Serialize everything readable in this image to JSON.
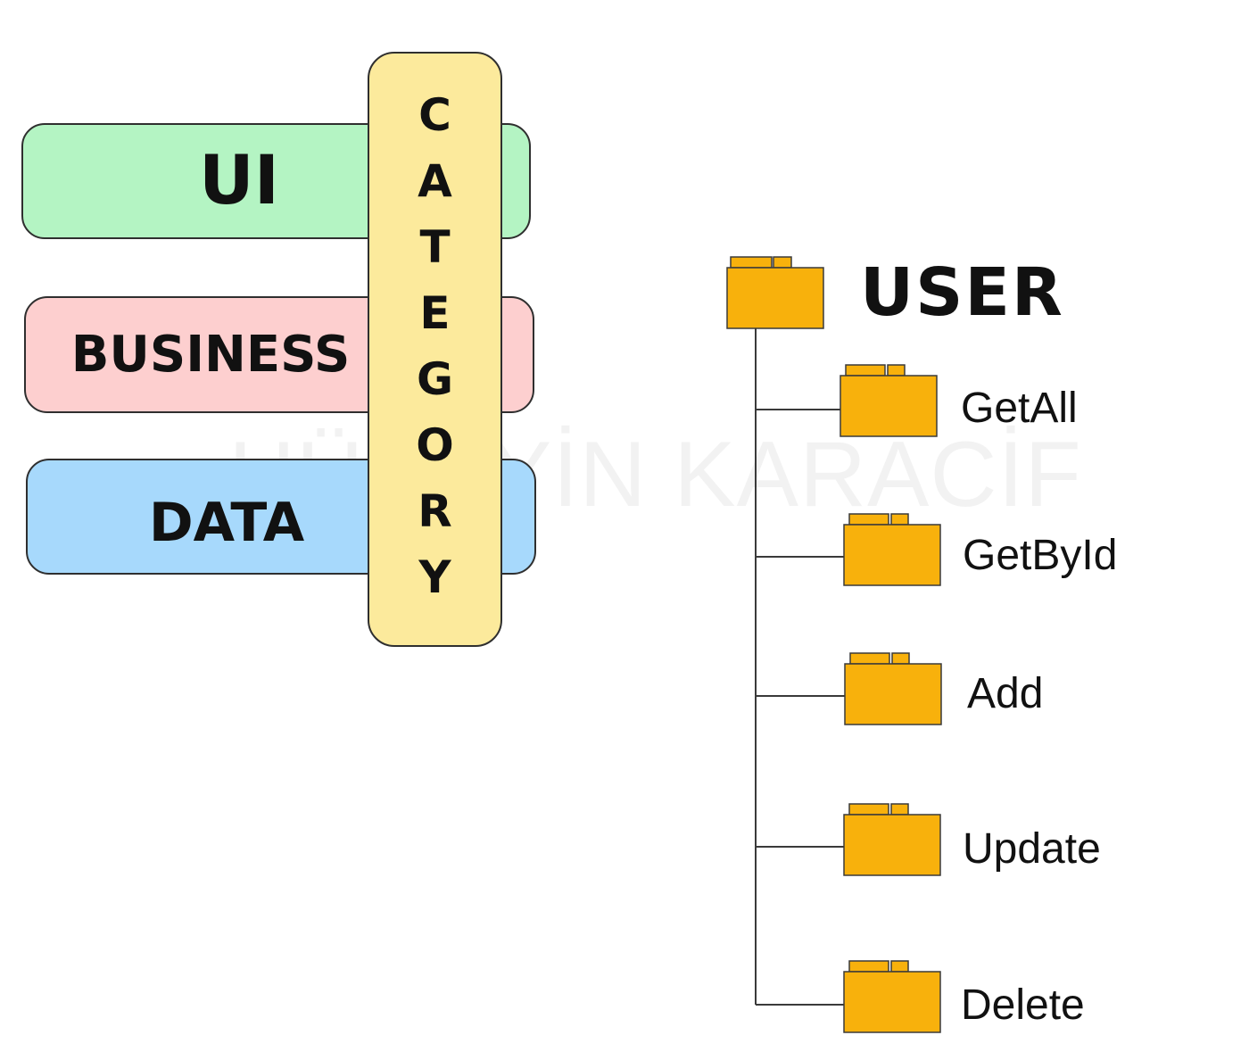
{
  "layers": [
    {
      "id": "ui",
      "label": "UI",
      "color": "#b4f4c3"
    },
    {
      "id": "business",
      "label": "BUSINESS",
      "color": "#fdcfcf"
    },
    {
      "id": "data",
      "label": "DATA",
      "color": "#a7d9fc"
    }
  ],
  "category": {
    "letters": [
      "C",
      "A",
      "T",
      "E",
      "G",
      "O",
      "R",
      "Y"
    ],
    "color": "#fcea9c"
  },
  "watermark": "HÜSEYİN KARACİF",
  "tree": {
    "root": {
      "label": "USER",
      "icon": "folder-icon"
    },
    "children": [
      {
        "label": "GetAll",
        "icon": "folder-icon"
      },
      {
        "label": "GetById",
        "icon": "folder-icon"
      },
      {
        "label": "Add",
        "icon": "folder-icon"
      },
      {
        "label": "Update",
        "icon": "folder-icon"
      },
      {
        "label": "Delete",
        "icon": "folder-icon"
      }
    ],
    "folder_color": "#f8b10c"
  }
}
